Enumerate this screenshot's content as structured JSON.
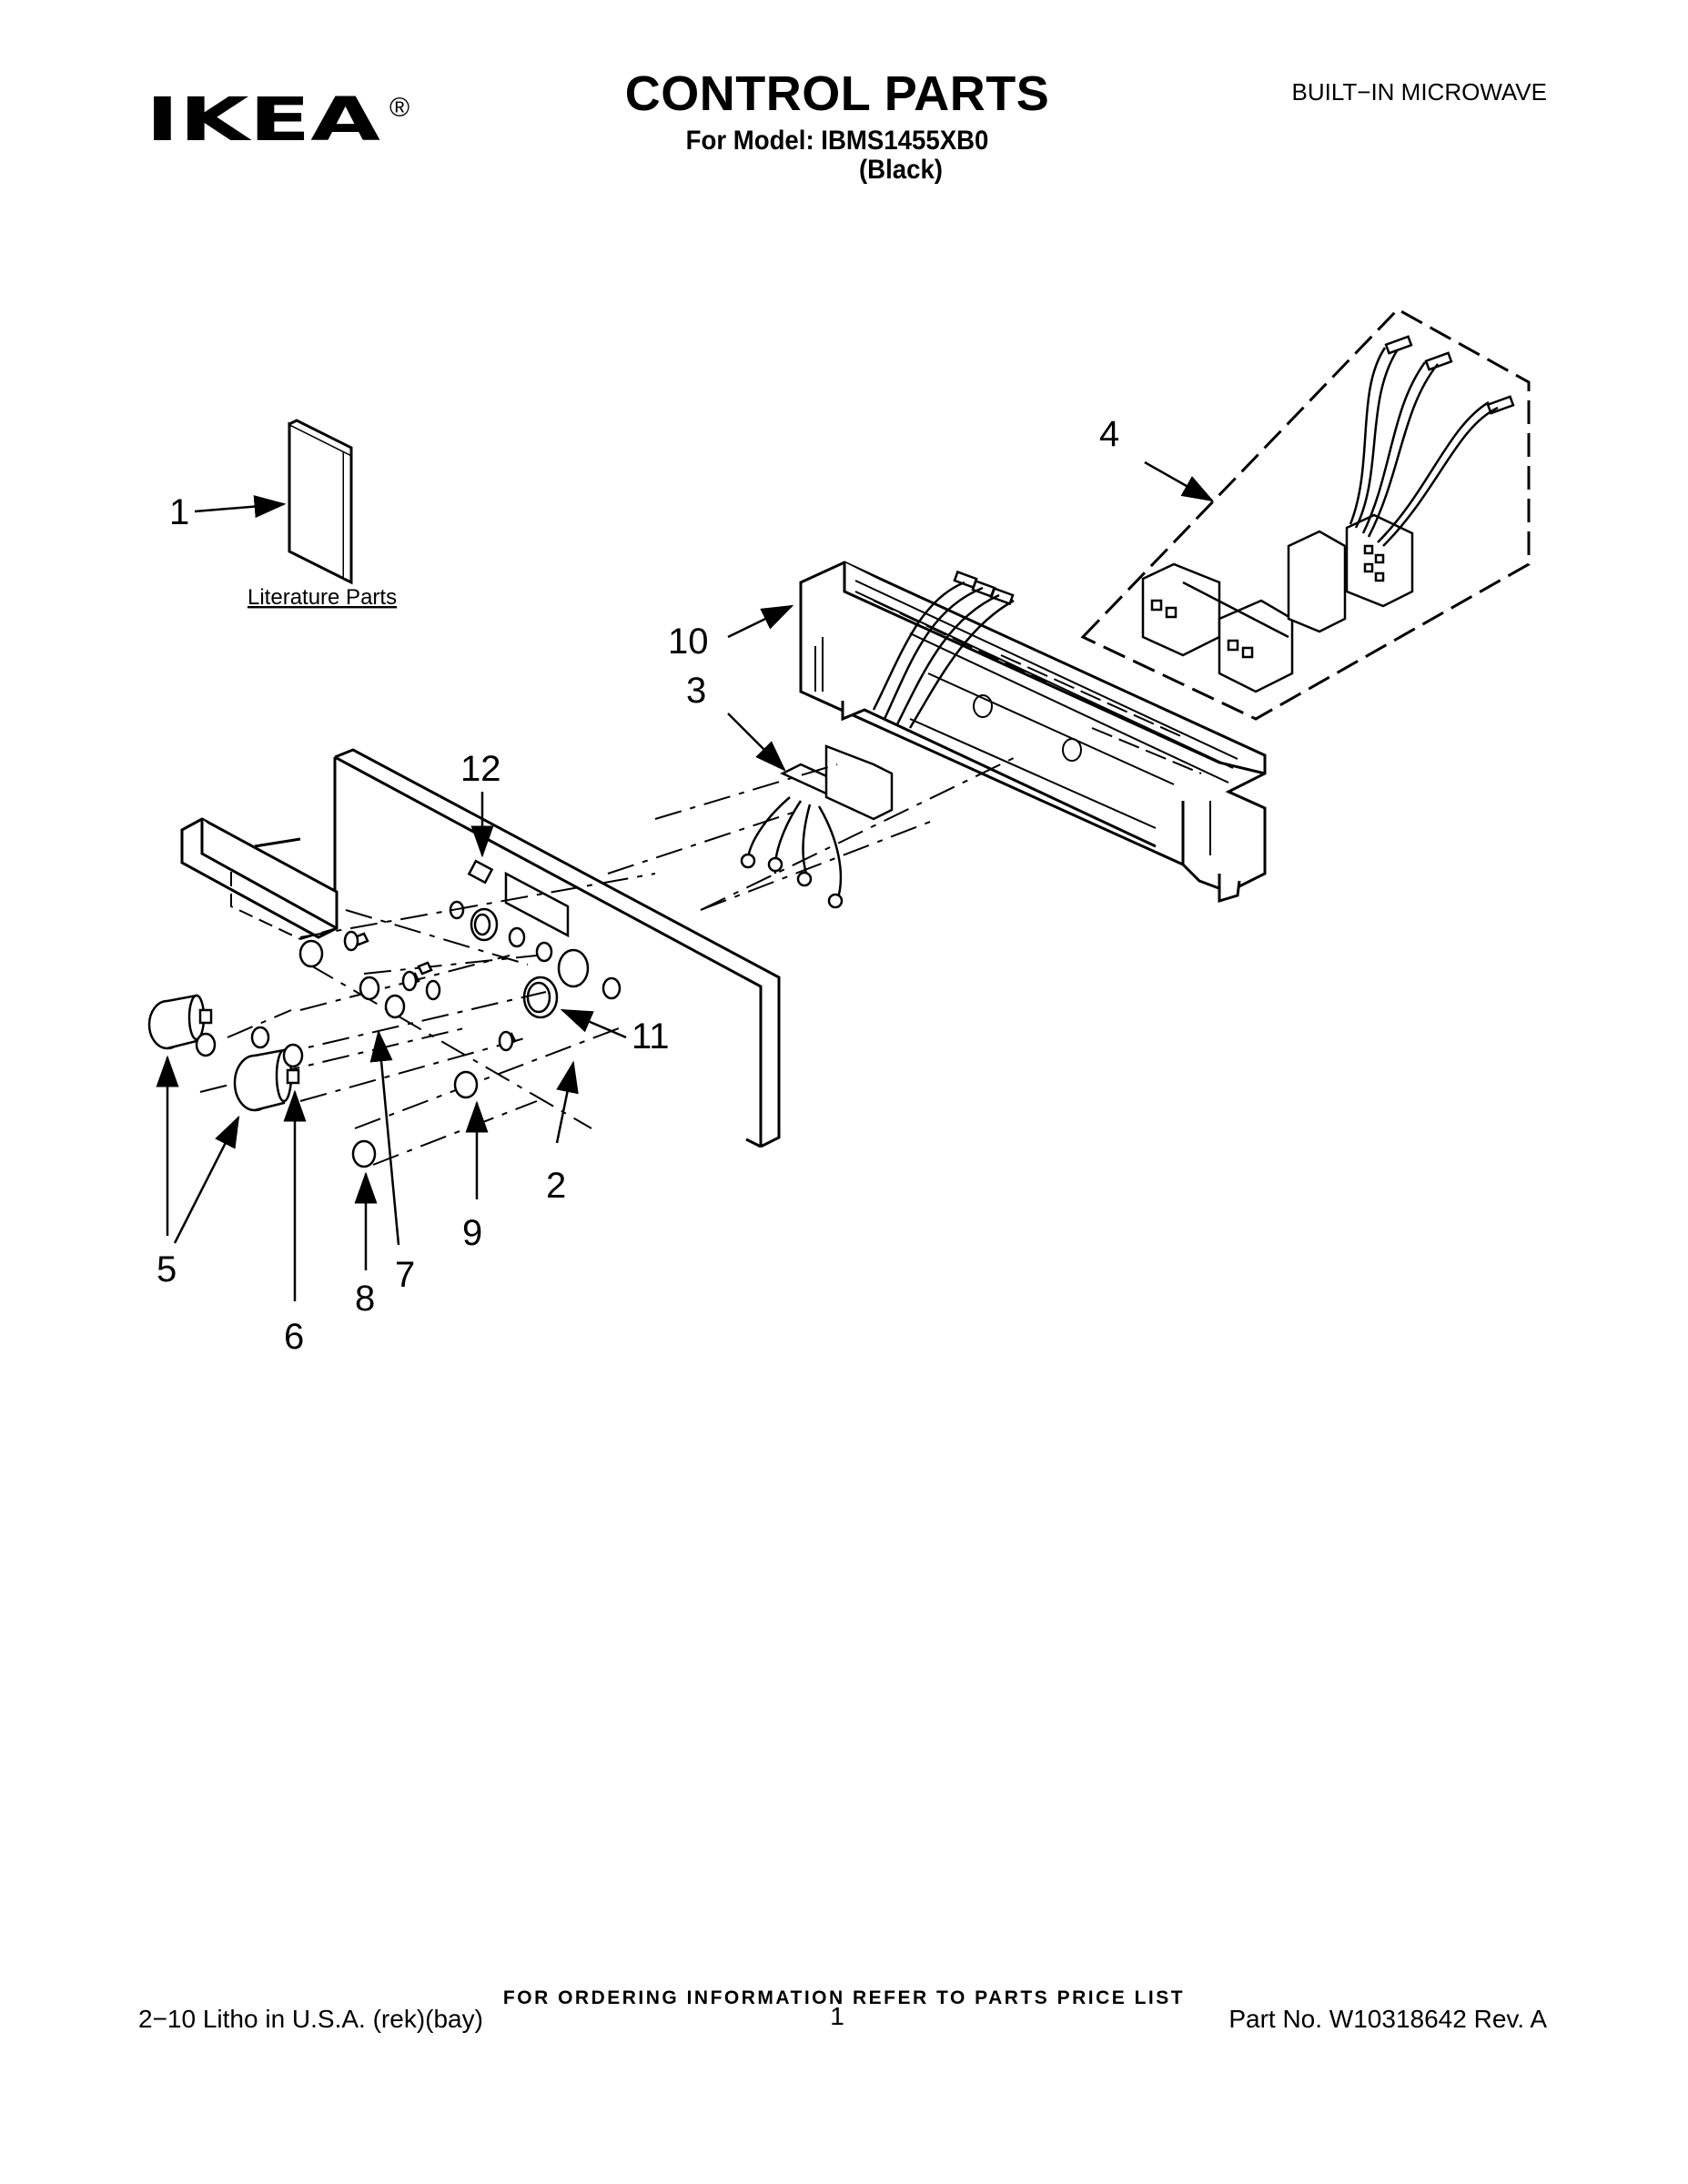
{
  "header": {
    "brand": "IKEA",
    "registered": "®",
    "title": "CONTROL PARTS",
    "model_line": "For Model: IBMS1455XB0",
    "color_line": "(Black)",
    "category": "BUILT−IN MICROWAVE"
  },
  "diagram": {
    "literature_label": "Literature Parts",
    "callouts": [
      "1",
      "2",
      "3",
      "4",
      "5",
      "6",
      "7",
      "8",
      "9",
      "10",
      "11",
      "12"
    ]
  },
  "footer": {
    "order_note": "FOR ORDERING INFORMATION REFER TO PARTS PRICE LIST",
    "litho": "2−10 Litho in U.S.A. (rek)(bay)",
    "page": "1",
    "part_no": "Part No. W10318642 Rev. A"
  },
  "colors": {
    "ink": "#000000",
    "paper": "#ffffff"
  }
}
